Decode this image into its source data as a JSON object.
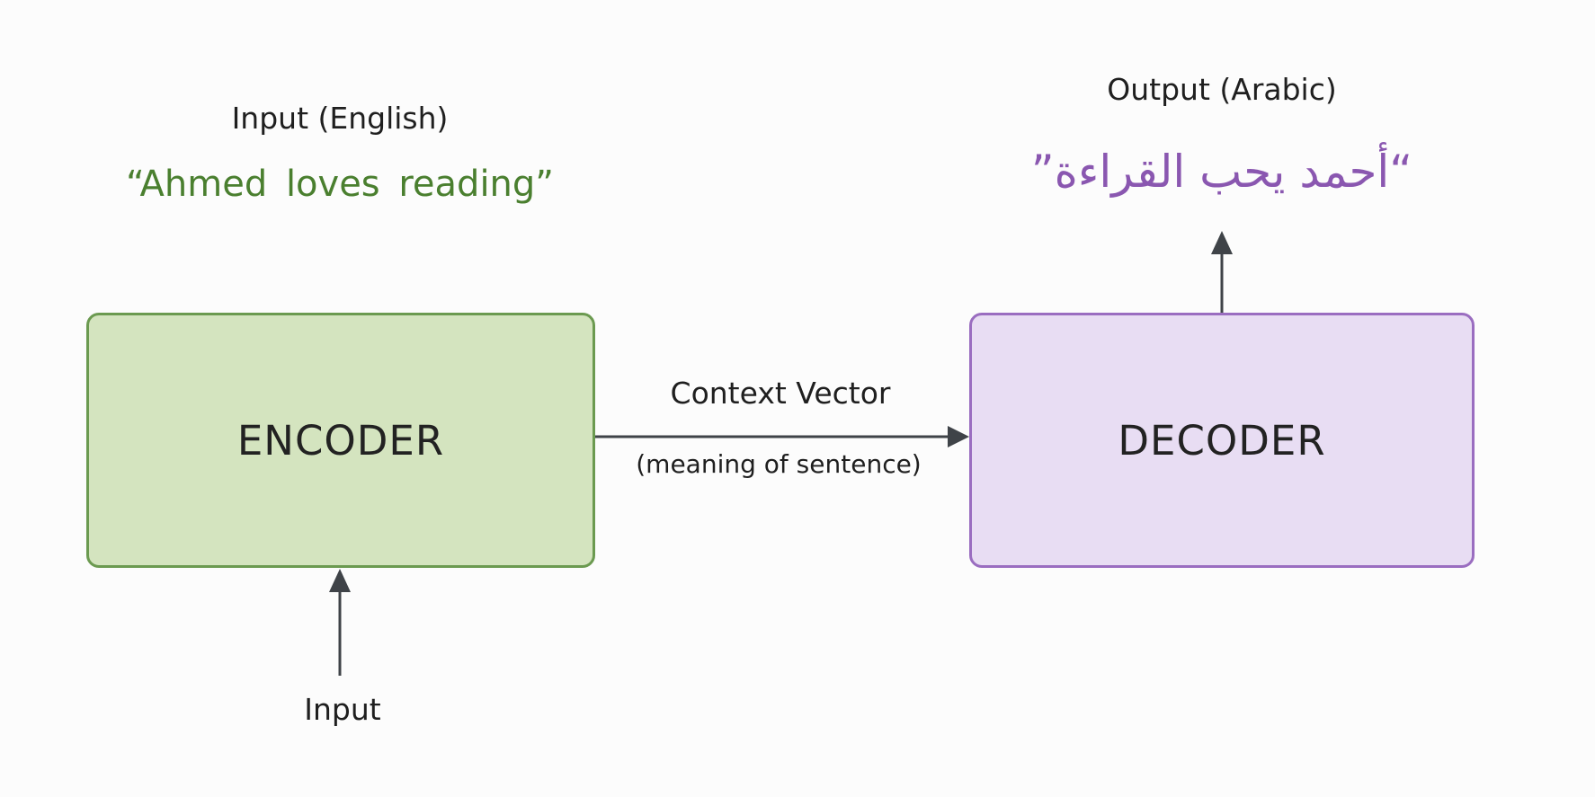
{
  "input_section": {
    "heading": "Input (English)",
    "sentence": "“Ahmed loves reading”"
  },
  "output_section": {
    "heading": "Output (Arabic)",
    "sentence": "“أحمد يحب القراءة”"
  },
  "encoder": {
    "label": "ENCODER",
    "fill": "#d4e4bf",
    "border": "#6b9a50"
  },
  "decoder": {
    "label": "DECODER",
    "fill": "#e8ddf3",
    "border": "#9a6dc0"
  },
  "context": {
    "label": "Context Vector",
    "sublabel": "(meaning of sentence)"
  },
  "bottom_input": {
    "label": "Input"
  },
  "colors": {
    "arrow": "#3f4348",
    "english_text": "#4a7f2f",
    "arabic_text": "#8a57b0"
  }
}
